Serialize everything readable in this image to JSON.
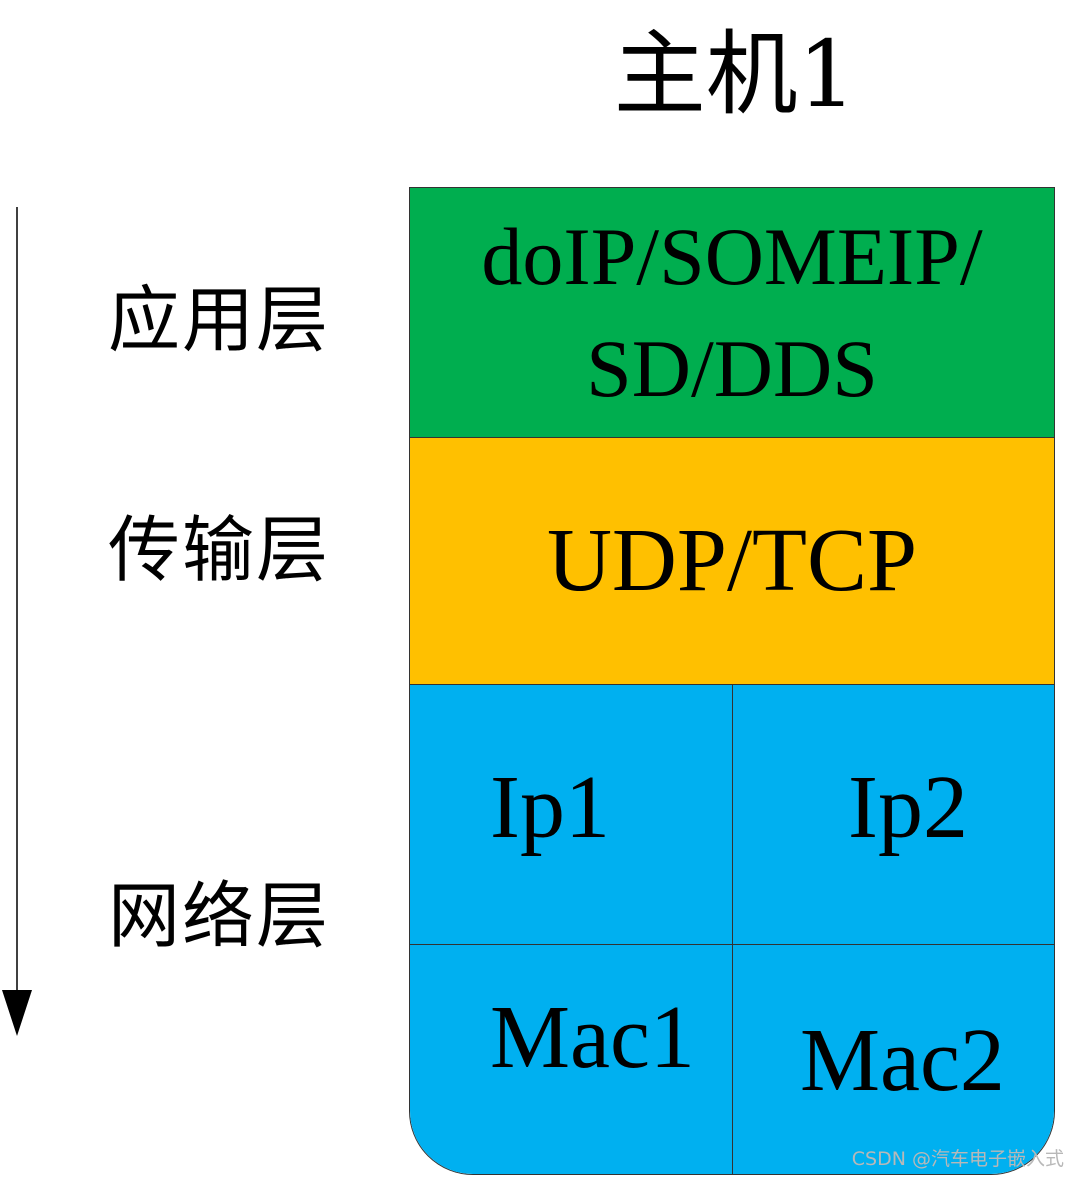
{
  "title": "主机1",
  "layers": {
    "application": "应用层",
    "transport": "传输层",
    "network": "网络层"
  },
  "stack": {
    "application_lines": [
      "doIP/SOMEIP/",
      "SD/DDS"
    ],
    "transport": "UDP/TCP",
    "network": {
      "ip1": "Ip1",
      "ip2": "Ip2",
      "mac1": "Mac1",
      "mac2": "Mac2"
    }
  },
  "colors": {
    "application": "#00AE4F",
    "transport": "#FFC000",
    "network": "#00B0F0"
  },
  "watermark": "CSDN @汽车电子嵌入式"
}
